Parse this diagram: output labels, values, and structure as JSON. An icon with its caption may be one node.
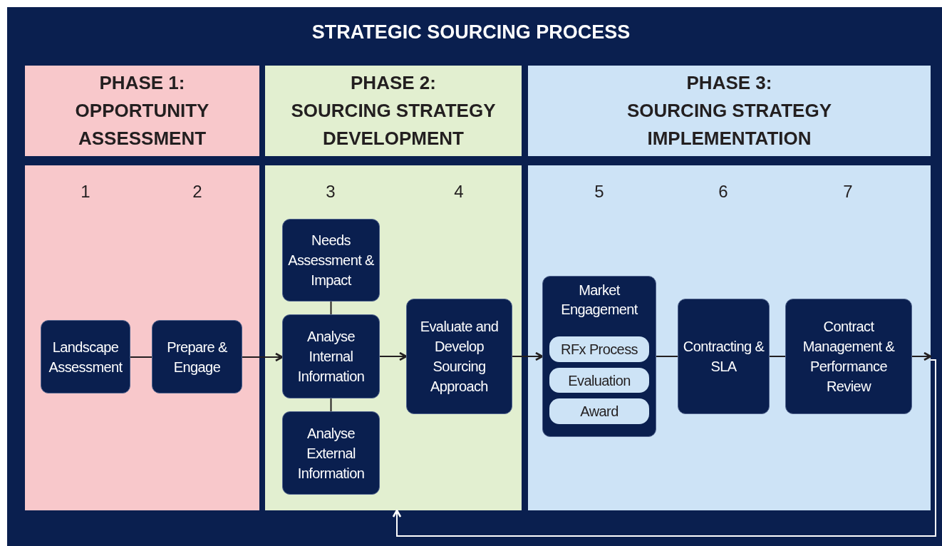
{
  "diagram": {
    "title": "STRATEGIC SOURCING PROCESS",
    "nodes": [
      {
        "text": [
          "PHASE 1:",
          "OPPORTUNITY ASSESSMENT"
        ]
      },
      {
        "text": [
          "PHASE 2:",
          "SOURCING STRATEGY DEVELOPMENT"
        ]
      },
      {
        "text": [
          "PHASE 3:",
          "SOURCING STRATEGY IMPLEMENTATION"
        ]
      },
      {
        "text": [],
        "shape": "box"
      },
      {
        "text": [
          "Landscape Assessment"
        ],
        "in": 3
      },
      {
        "text": [
          "Prepare & Engage"
        ],
        "in": 3
      },
      {
        "text": [],
        "shape": "box"
      },
      {
        "text": [
          "Needs Assessment & Impact"
        ],
        "in": 6
      },
      {
        "text": [
          "Analyse Internal Information"
        ],
        "in": 6
      },
      {
        "text": [
          "Analyse External Information"
        ],
        "in": 6
      },
      {
        "text": [
          "Evaluate and Develop Sourcing Approach"
        ],
        "in": 6
      },
      {
        "text": [],
        "shape": "box"
      },
      {
        "text": [
          "Market Engagement"
        ],
        "in": 11
      },
      {
        "text": [
          "RFx Process"
        ],
        "in": 12
      },
      {
        "text": [
          "Evaluation"
        ],
        "in": 12
      },
      {
        "text": [
          "Award"
        ],
        "in": 12
      },
      {
        "text": [
          "Contracting & SLA"
        ],
        "in": 11
      },
      {
        "text": [
          "Contract Management & Performance Review"
        ],
        "in": 11
      }
    ],
    "edges": [
      {
        "from": 4,
        "to": 5,
        "arrow": "none"
      },
      {
        "from": 5,
        "to": 8,
        "arrow": "to"
      },
      {
        "from": 7,
        "to": 8,
        "arrow": "none"
      },
      {
        "from": 8,
        "to": 9,
        "arrow": "none"
      },
      {
        "from": 8,
        "to": 10,
        "arrow": "to"
      },
      {
        "from": 10,
        "to": 12,
        "arrow": "to"
      },
      {
        "from": 12,
        "to": 16,
        "arrow": "none"
      },
      {
        "from": 16,
        "to": 17,
        "arrow": "none"
      },
      {
        "from": 17,
        "to": null,
        "arrow": "to"
      },
      {
        "from": 11,
        "to": 6,
        "arrow": "to",
        "color": "#ffffff"
      }
    ],
    "labels": [
      "1",
      "2",
      "3",
      "4",
      "5",
      "6",
      "7"
    ]
  }
}
